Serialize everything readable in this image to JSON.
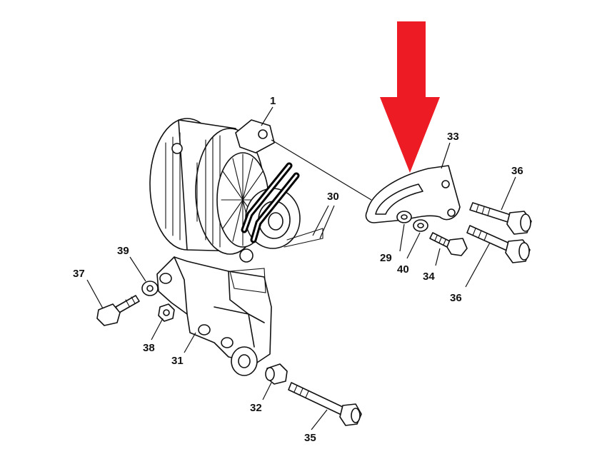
{
  "diagram": {
    "callouts": [
      {
        "id": "c1",
        "text": "1"
      },
      {
        "id": "c29",
        "text": "29"
      },
      {
        "id": "c30",
        "text": "30"
      },
      {
        "id": "c31",
        "text": "31"
      },
      {
        "id": "c32",
        "text": "32"
      },
      {
        "id": "c33",
        "text": "33"
      },
      {
        "id": "c34",
        "text": "34"
      },
      {
        "id": "c35",
        "text": "35"
      },
      {
        "id": "c36a",
        "text": "36"
      },
      {
        "id": "c36b",
        "text": "36"
      },
      {
        "id": "c37",
        "text": "37"
      },
      {
        "id": "c38",
        "text": "38"
      },
      {
        "id": "c39",
        "text": "39"
      },
      {
        "id": "c40",
        "text": "40"
      }
    ],
    "colors": {
      "arrow": "#ed1c24",
      "line": "#111111",
      "background": "#ffffff"
    }
  }
}
